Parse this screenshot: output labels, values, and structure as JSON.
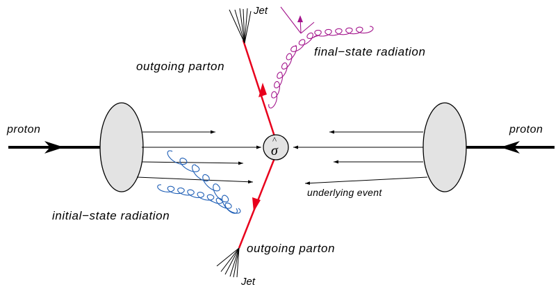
{
  "labels": {
    "jet_top": "Jet",
    "jet_bottom": "Jet",
    "outgoing_parton_top": "outgoing parton",
    "outgoing_parton_bottom": "outgoing parton",
    "final_state_radiation": "final−state radiation",
    "initial_state_radiation": "initial−state radiation",
    "proton_left": "proton",
    "proton_right": "proton",
    "underlying_event": "underlying event",
    "sigma_symbol": "σ",
    "sigma_hat": "^"
  },
  "colors": {
    "parton": "#e8001c",
    "final_state_gluon": "#a3158c",
    "initial_state_gluon": "#1f5fb6",
    "proton_fill": "#e3e3e3",
    "line": "#000000"
  }
}
